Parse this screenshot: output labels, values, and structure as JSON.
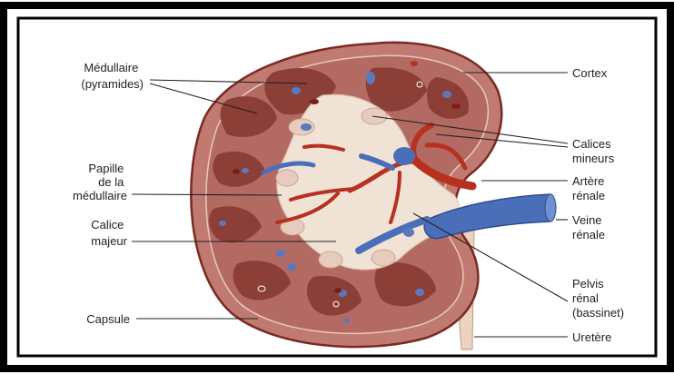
{
  "labels": {
    "medullaire": [
      "Médullaire",
      "(pyramides)"
    ],
    "papille": [
      "Papille",
      "de la",
      "médullaire"
    ],
    "calice_majeur": [
      "Calice",
      "majeur"
    ],
    "capsule": [
      "Capsule"
    ],
    "cortex": [
      "Cortex"
    ],
    "calices_mineurs": [
      "Calices",
      "mineurs"
    ],
    "artere_renale": [
      "Artère",
      "rénale"
    ],
    "veine_renale": [
      "Veine",
      "rénale"
    ],
    "pelvis_renal": [
      "Pelvis",
      "rénal",
      "(bassinet)"
    ],
    "uretere": [
      "Uretère"
    ]
  },
  "colors": {
    "frame": "#000000",
    "cortex": "#c07a72",
    "capsule_edge": "#7a2a22",
    "pyramid": "#8c3f36",
    "pelvis": "#f1e2d6",
    "artery": "#b8301f",
    "vein": "#4a6fb8",
    "ureter": "#ecd2bf"
  }
}
